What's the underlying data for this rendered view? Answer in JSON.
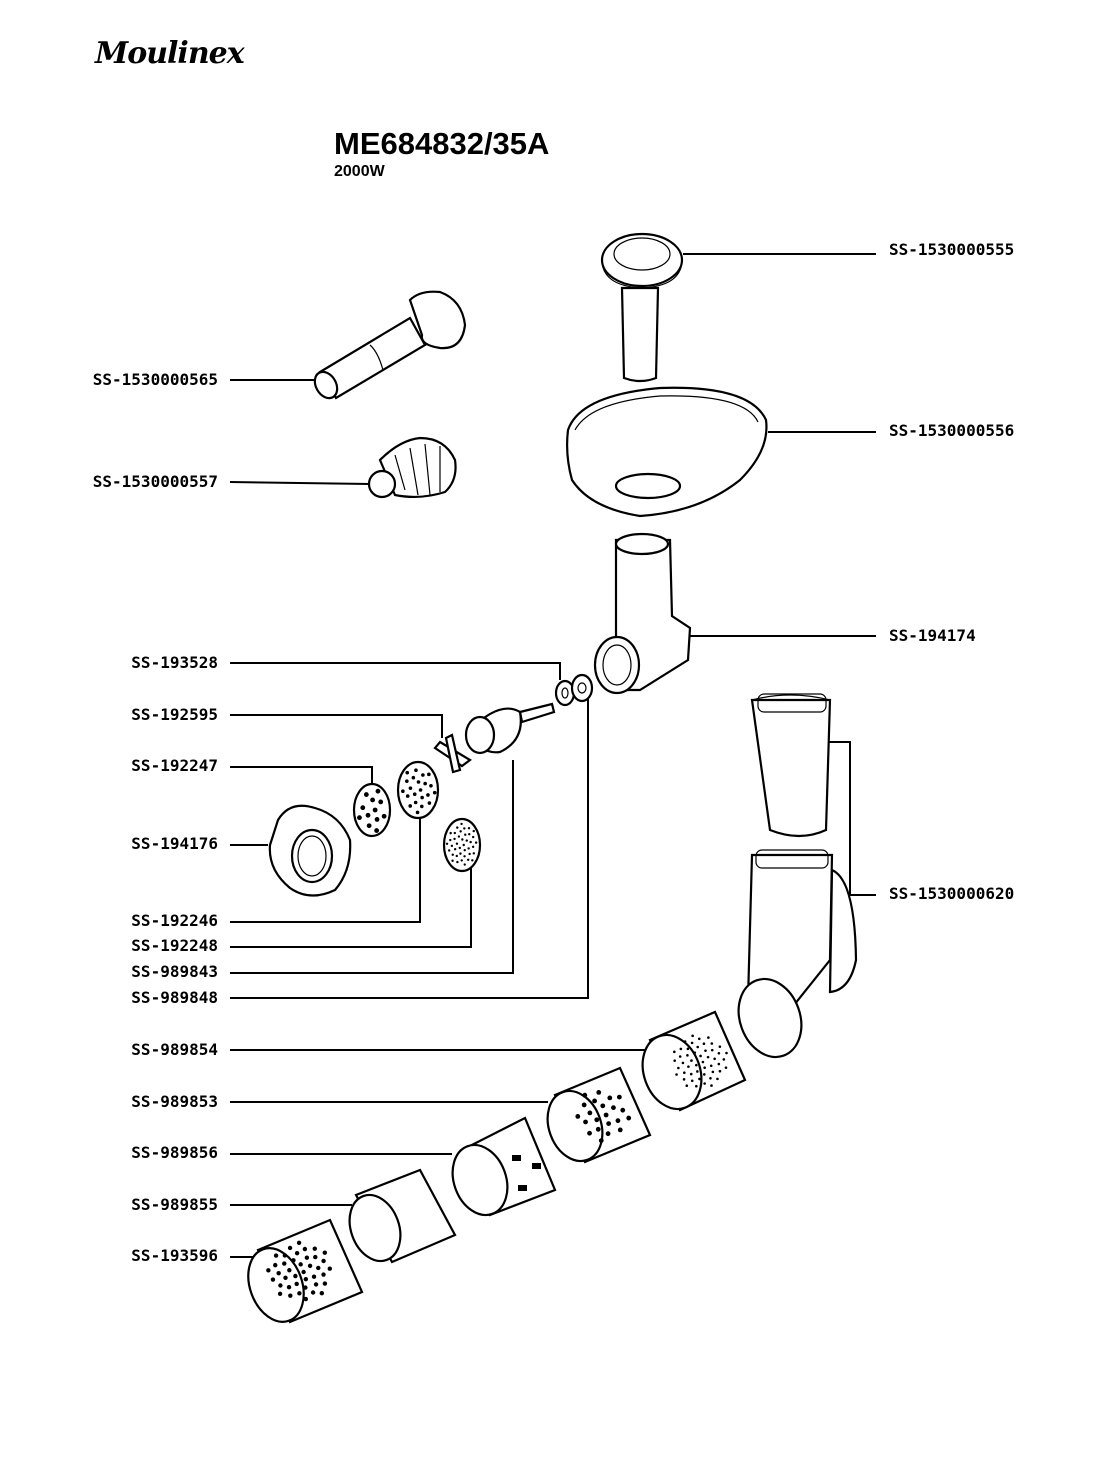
{
  "header": {
    "brand": "Moulinex",
    "model": "ME684832/35A",
    "power": "2000W"
  },
  "parts_left": [
    {
      "ref": "SS-1530000565",
      "part": "sausage-funnel"
    },
    {
      "ref": "SS-1530000557",
      "part": "kebbe-accessory"
    },
    {
      "ref": "SS-193528",
      "part": "washer"
    },
    {
      "ref": "SS-192595",
      "part": "cutting-blade"
    },
    {
      "ref": "SS-192247",
      "part": "mincing-plate-medium"
    },
    {
      "ref": "SS-194176",
      "part": "locking-ring"
    },
    {
      "ref": "SS-192246",
      "part": "mincing-plate-coarse"
    },
    {
      "ref": "SS-192248",
      "part": "mincing-plate-fine"
    },
    {
      "ref": "SS-989843",
      "part": "feed-screw"
    },
    {
      "ref": "SS-989848",
      "part": "screw-bushing"
    },
    {
      "ref": "SS-989854",
      "part": "grating-drum-fine"
    },
    {
      "ref": "SS-989853",
      "part": "grating-drum-coarse"
    },
    {
      "ref": "SS-989856",
      "part": "slicing-drum"
    },
    {
      "ref": "SS-989855",
      "part": "cone-drum"
    },
    {
      "ref": "SS-193596",
      "part": "grating-drum-extra"
    }
  ],
  "parts_right": [
    {
      "ref": "SS-1530000555",
      "part": "pusher"
    },
    {
      "ref": "SS-1530000556",
      "part": "food-tray"
    },
    {
      "ref": "SS-194174",
      "part": "mincer-head"
    },
    {
      "ref": "SS-1530000620",
      "part": "slicer-assembly"
    }
  ]
}
